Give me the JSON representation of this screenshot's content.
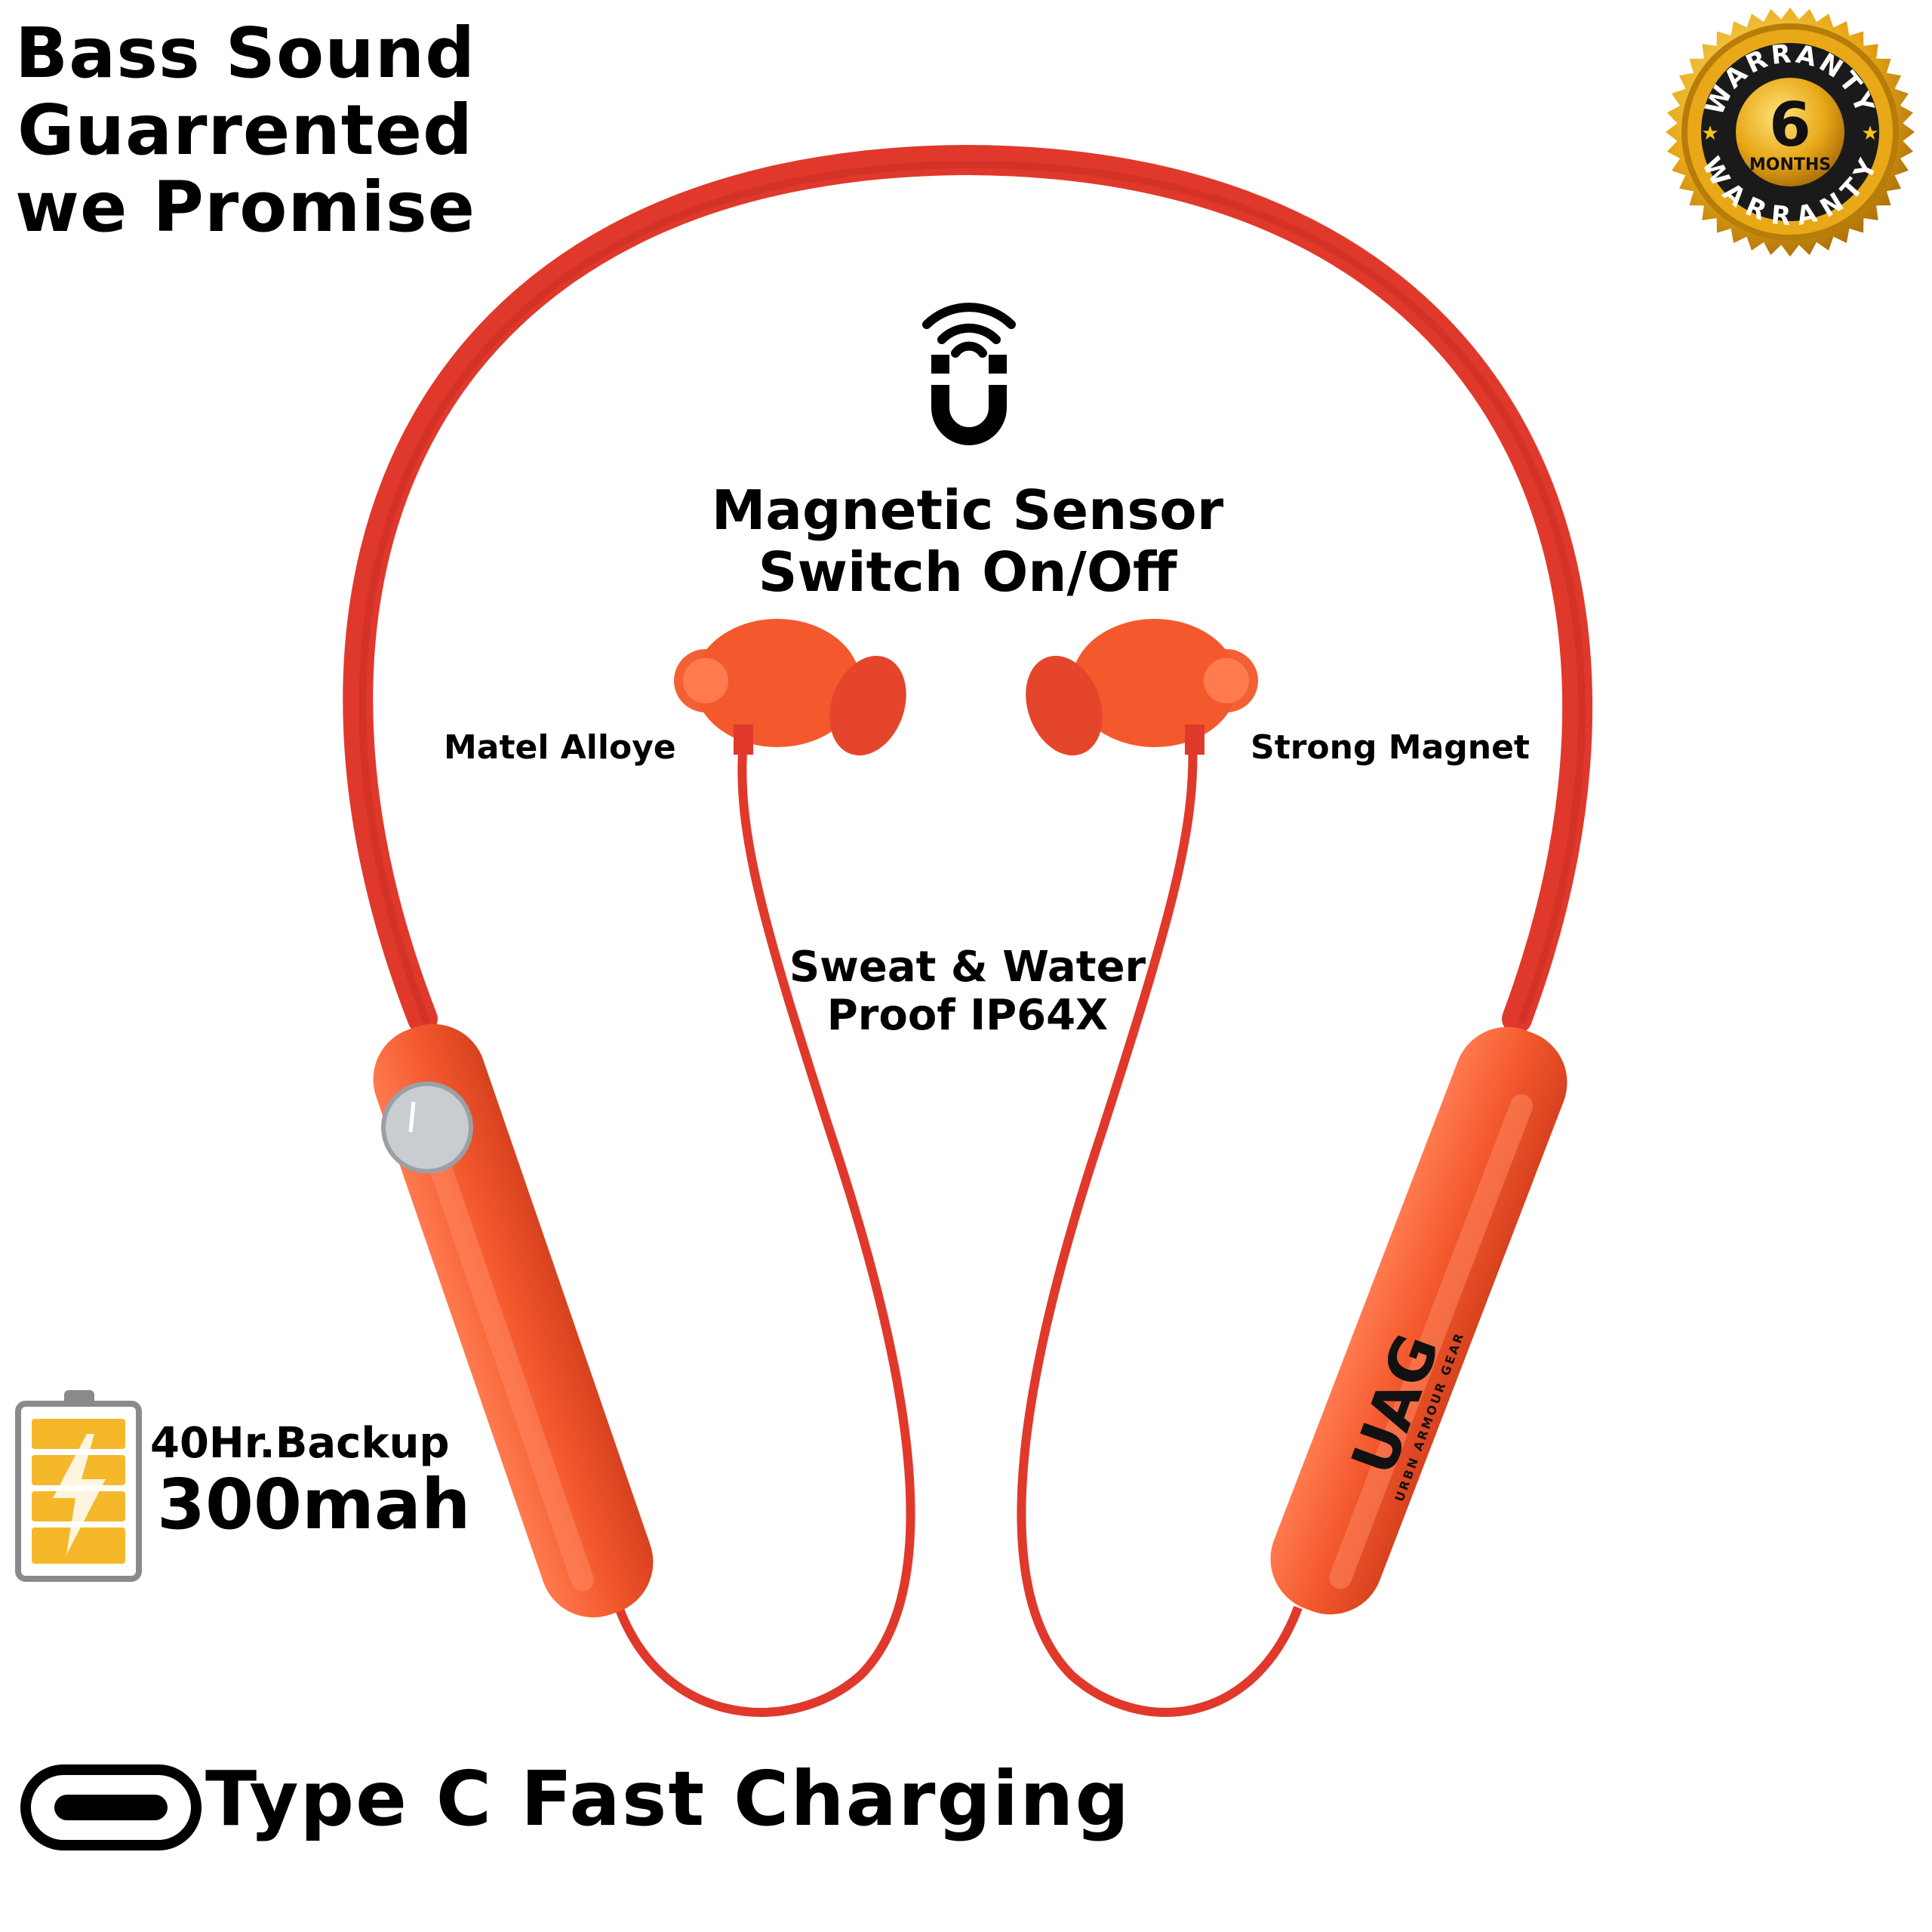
{
  "headline": {
    "lines": [
      "Bass Sound",
      "Guarrented",
      "we Promise"
    ]
  },
  "warranty_badge": {
    "top_text": "WARRANTY",
    "number": "6",
    "unit": "MONTHS",
    "bottom_text": "WARRANTY"
  },
  "magnetic_sensor": {
    "icon": "magnet-wireless-icon",
    "lines": [
      "Magnetic Sensor",
      "Switch On/Off"
    ]
  },
  "labels": {
    "left_earbud": "Matel Alloye",
    "right_earbud": "Strong Magnet"
  },
  "water": {
    "lines": [
      "Sweat & Water",
      "Proof IP64X"
    ]
  },
  "battery": {
    "icon": "battery-charging-icon",
    "backup": "40Hr.Backup",
    "capacity": "300mah"
  },
  "charging": {
    "icon": "usb-type-c-icon",
    "label": "Type C Fast Charging"
  },
  "brand": {
    "logo": "UAG",
    "tagline": "URBN ARMOUR GEAR"
  },
  "colors": {
    "band": "#e0392c",
    "module": "#f4592e",
    "gold": "#e8a817",
    "button": "#c9ccd0",
    "battery_fill": "#f5b82a"
  }
}
